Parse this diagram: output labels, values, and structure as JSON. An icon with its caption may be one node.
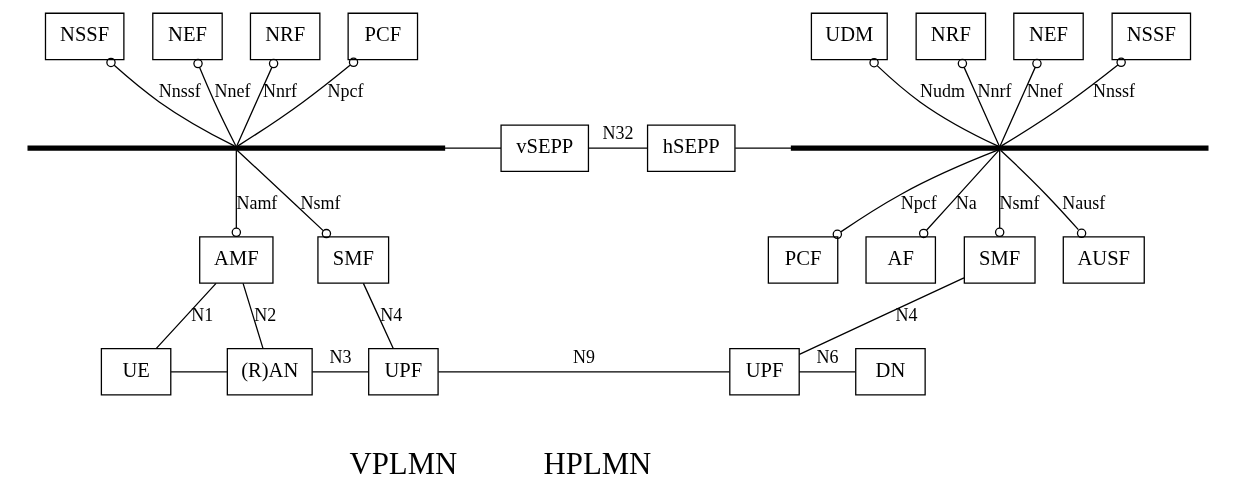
{
  "diagram": {
    "nodes": [
      {
        "text": [
          "NSSF"
        ]
      },
      {
        "text": [
          "NEF"
        ]
      },
      {
        "text": [
          "NRF"
        ]
      },
      {
        "text": [
          "PCF"
        ]
      },
      {
        "text": [
          "UDM"
        ]
      },
      {
        "text": [
          "NRF"
        ]
      },
      {
        "text": [
          "NEF"
        ]
      },
      {
        "text": [
          "NSSF"
        ]
      },
      {
        "text": [],
        "shape": "bar"
      },
      {
        "text": [
          "vSEPP"
        ]
      },
      {
        "text": [
          "hSEPP"
        ]
      },
      {
        "text": [],
        "shape": "bar"
      },
      {
        "text": [
          "AMF"
        ]
      },
      {
        "text": [
          "SMF"
        ]
      },
      {
        "text": [
          "SMF"
        ]
      },
      {
        "text": [
          "AUSF"
        ]
      },
      {
        "text": [
          "PCF"
        ]
      },
      {
        "text": [
          "AF"
        ]
      },
      {
        "text": [
          "UE"
        ]
      },
      {
        "text": [
          "(R)AN"
        ]
      },
      {
        "text": [
          "UPF"
        ]
      },
      {
        "text": [
          "UPF"
        ]
      },
      {
        "text": [
          "DN"
        ]
      }
    ],
    "edges": [
      {
        "from": 0,
        "to": 8,
        "arrow": "other",
        "label": "Nnssf"
      },
      {
        "from": 1,
        "to": 8,
        "arrow": "other",
        "label": "Nnef"
      },
      {
        "from": 2,
        "to": 8,
        "arrow": "other",
        "label": "Nnrf"
      },
      {
        "from": 3,
        "to": 8,
        "arrow": "other",
        "label": "Npcf"
      },
      {
        "from": 12,
        "to": 8,
        "arrow": "other",
        "label": "Namf"
      },
      {
        "from": 13,
        "to": 8,
        "arrow": "other",
        "label": "Nsmf"
      },
      {
        "from": 8,
        "to": 9,
        "arrow": "none"
      },
      {
        "from": 9,
        "to": 10,
        "arrow": "none",
        "label": "N32"
      },
      {
        "from": 10,
        "to": 11,
        "arrow": "none"
      },
      {
        "from": 4,
        "to": 11,
        "arrow": "other",
        "label": "Nudm"
      },
      {
        "from": 5,
        "to": 11,
        "arrow": "other",
        "label": "Nnrf"
      },
      {
        "from": 6,
        "to": 11,
        "arrow": "other",
        "label": "Nnef"
      },
      {
        "from": 7,
        "to": 11,
        "arrow": "other",
        "label": "Nnssf"
      },
      {
        "from": 14,
        "to": 11,
        "arrow": "other",
        "label": "Nsmf"
      },
      {
        "from": 15,
        "to": 11,
        "arrow": "other",
        "label": "Nausf"
      },
      {
        "from": 16,
        "to": 11,
        "arrow": "other",
        "label": "Npcf"
      },
      {
        "from": 17,
        "to": 11,
        "arrow": "other",
        "label": "Na"
      },
      {
        "from": 18,
        "to": 19,
        "arrow": "none"
      },
      {
        "from": 18,
        "to": 12,
        "arrow": "none",
        "label": "N1"
      },
      {
        "from": 19,
        "to": 12,
        "arrow": "none",
        "label": "N2"
      },
      {
        "from": 19,
        "to": 20,
        "arrow": "none",
        "label": "N3"
      },
      {
        "from": 13,
        "to": 20,
        "arrow": "none",
        "label": "N4"
      },
      {
        "from": 20,
        "to": 21,
        "arrow": "none",
        "label": "N9"
      },
      {
        "from": 14,
        "to": 21,
        "arrow": "none",
        "label": "N4"
      },
      {
        "from": 21,
        "to": 22,
        "arrow": "none",
        "label": "N6"
      }
    ],
    "labels": [
      "VPLMN",
      "HPLMN"
    ]
  }
}
